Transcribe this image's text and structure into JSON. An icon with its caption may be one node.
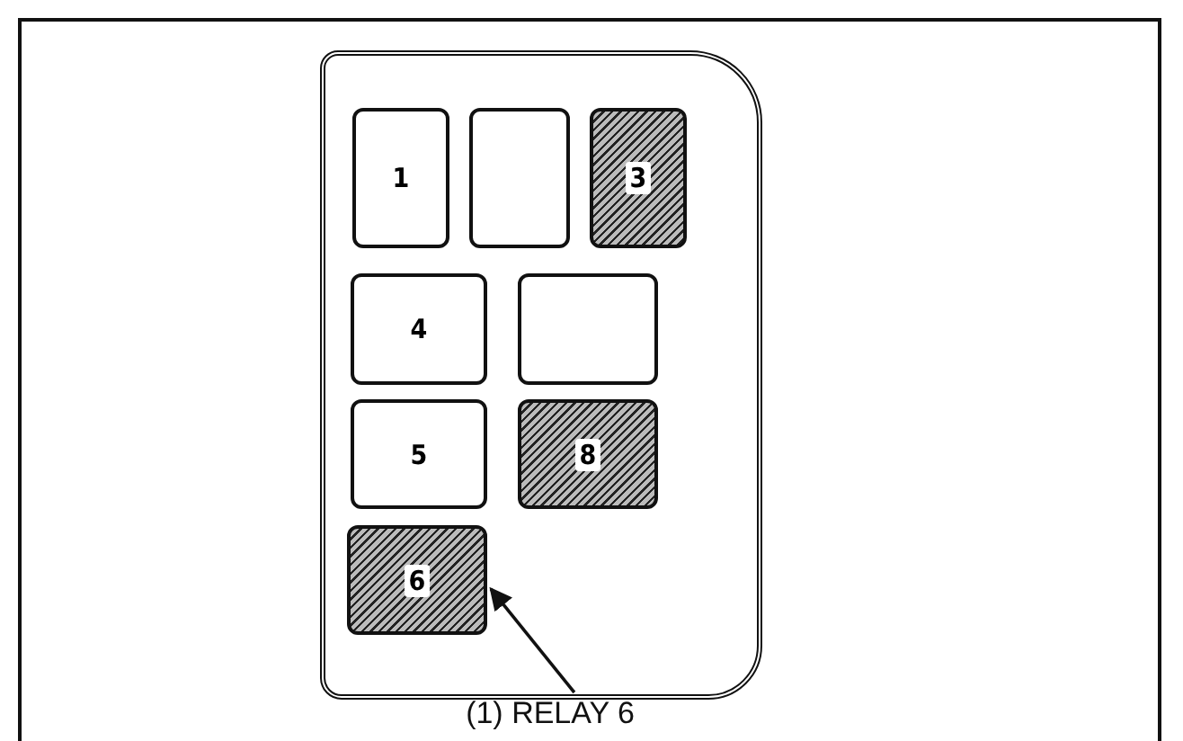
{
  "diagram": {
    "nodes": [
      {
        "text": [],
        "shape": "box"
      },
      {
        "text": [
          "1"
        ],
        "in": 0
      },
      {
        "text": [],
        "shape": "box",
        "in": 0
      },
      {
        "text": [
          "3"
        ],
        "in": 0
      },
      {
        "text": [
          "4"
        ],
        "in": 0
      },
      {
        "text": [],
        "shape": "box",
        "in": 0
      },
      {
        "text": [
          "5"
        ],
        "in": 0
      },
      {
        "text": [
          "8"
        ],
        "in": 0
      },
      {
        "text": [
          "6"
        ],
        "in": 0
      },
      {
        "text": [
          "(1) RELAY 6"
        ]
      }
    ],
    "edges": [
      {
        "from": 9,
        "to": 8,
        "arrow": "to"
      }
    ]
  }
}
